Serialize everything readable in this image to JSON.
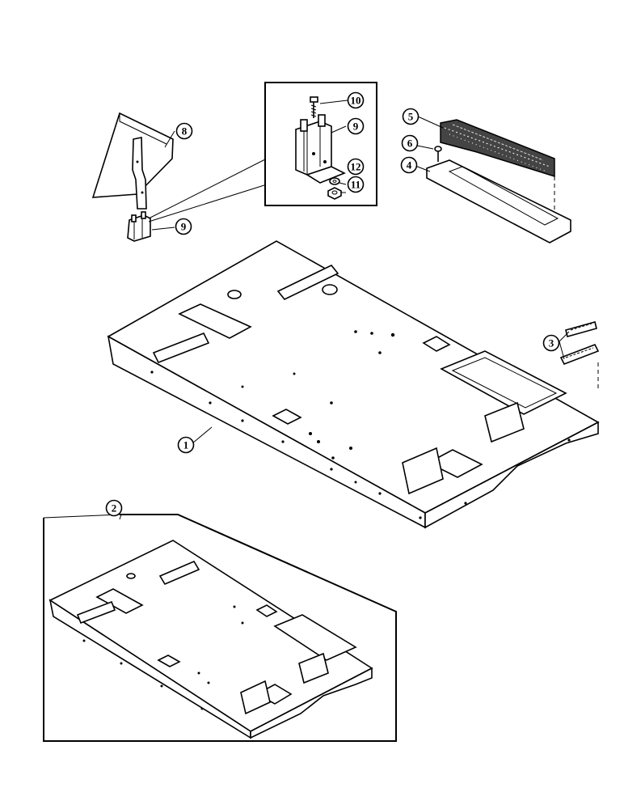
{
  "callouts": [
    {
      "id": "c1",
      "label": "1"
    },
    {
      "id": "c2",
      "label": "2"
    },
    {
      "id": "c3",
      "label": "3"
    },
    {
      "id": "c4",
      "label": "4"
    },
    {
      "id": "c5",
      "label": "5"
    },
    {
      "id": "c6",
      "label": "6"
    },
    {
      "id": "c8",
      "label": "8"
    },
    {
      "id": "c9a",
      "label": "9"
    },
    {
      "id": "c9b",
      "label": "9"
    },
    {
      "id": "c10",
      "label": "10"
    },
    {
      "id": "c11",
      "label": "11"
    },
    {
      "id": "c12",
      "label": "12"
    }
  ],
  "colors": {
    "ink": "#000000",
    "paper": "#ffffff"
  }
}
